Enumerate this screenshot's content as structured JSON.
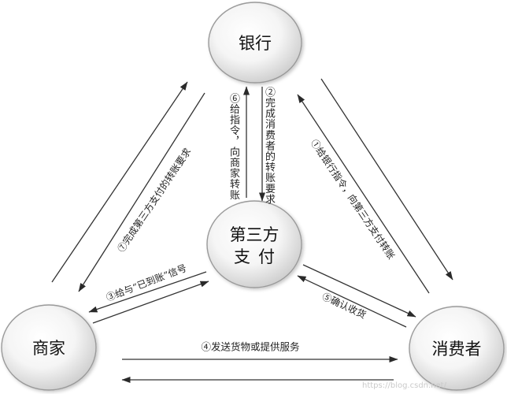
{
  "nodes": {
    "bank": {
      "label": "银行"
    },
    "third_party": {
      "label_line1": "第三方",
      "label_line2": "支付"
    },
    "merchant": {
      "label": "商家"
    },
    "consumer": {
      "label": "消费者"
    }
  },
  "edges": {
    "step1": "①给银行指令，向第三方支付转账",
    "step2": "②完成消费者的转账要求",
    "step3": "③给与“已到账”信号",
    "step4": "④发送货物或提供服务",
    "step5": "⑤确认收货",
    "step6": "⑥给指令，向商家转账",
    "step7": "⑦完成第三方支付的转账要求"
  },
  "watermark": "https://blog.csdn.net/"
}
